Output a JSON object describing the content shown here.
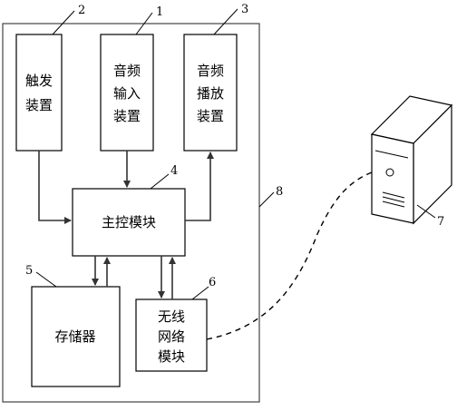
{
  "blocks": {
    "trigger_device": {
      "lines": [
        "触发",
        "装置"
      ],
      "ref": "2"
    },
    "audio_input_device": {
      "lines": [
        "音频",
        "输入",
        "装置"
      ],
      "ref": "1"
    },
    "audio_playback_device": {
      "lines": [
        "音频",
        "播放",
        "装置"
      ],
      "ref": "3"
    },
    "main_control_module": {
      "lines": [
        "主控模块"
      ],
      "ref": "4"
    },
    "memory": {
      "lines": [
        "存储器"
      ],
      "ref": "5"
    },
    "wireless_network_module": {
      "lines": [
        "无线",
        "网络",
        "模块"
      ],
      "ref": "6"
    },
    "server": {
      "ref": "7"
    },
    "device_enclosure": {
      "ref": "8"
    }
  }
}
